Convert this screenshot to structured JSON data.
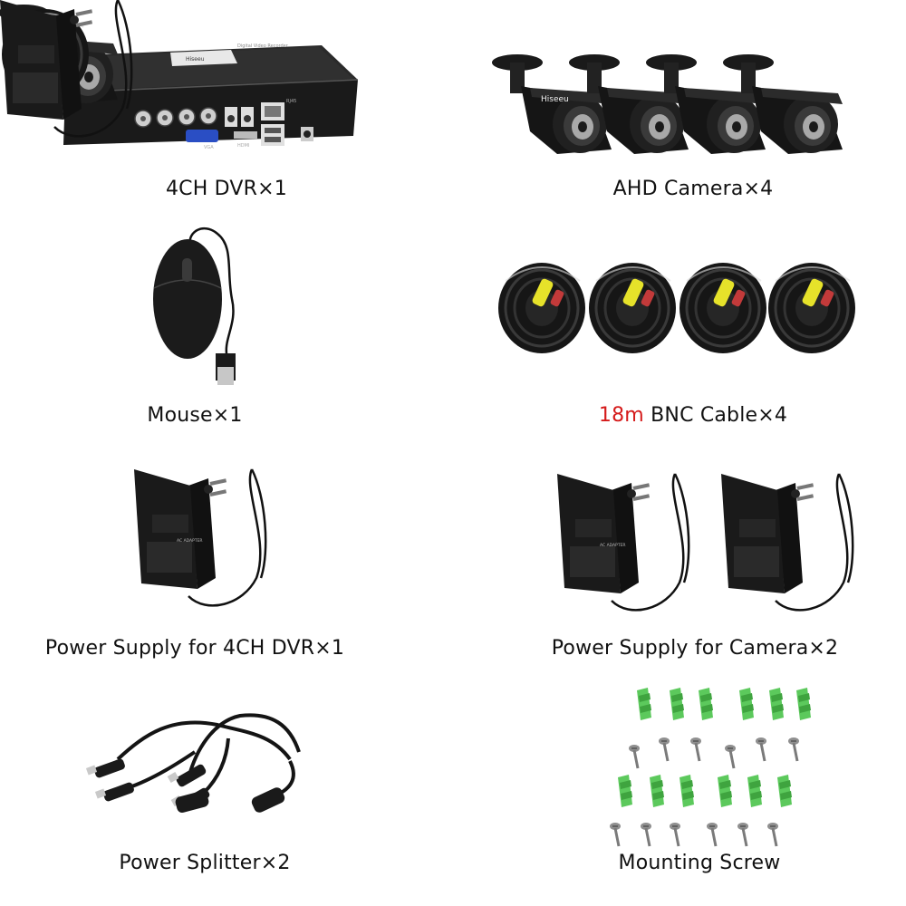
{
  "items": [
    {
      "id": "dvr",
      "caption": "4CH DVR×1",
      "device_label": "Digital Video Recorder",
      "brand": "Hiseeu",
      "port_labels": [
        "VGA",
        "HDMI",
        "RJ45"
      ]
    },
    {
      "id": "camera",
      "caption": "AHD Camera×4",
      "brand": "Hiseeu"
    },
    {
      "id": "mouse",
      "caption": "Mouse×1"
    },
    {
      "id": "bnc-cable",
      "caption_highlight": "18m",
      "caption_rest": " BNC Cable×4"
    },
    {
      "id": "dvr-power",
      "caption": "Power Supply for 4CH DVR×1",
      "adapter_label": "AC ADAPTER"
    },
    {
      "id": "camera-power",
      "caption": "Power Supply for Camera×2",
      "adapter_label": "AC ADAPTER"
    },
    {
      "id": "splitter",
      "caption": "Power Splitter×2"
    },
    {
      "id": "screws",
      "caption": "Mounting Screw"
    }
  ],
  "colors": {
    "highlight": "#d51a1a",
    "device": "#1c1c1c",
    "anchor": "#5cc95c"
  }
}
